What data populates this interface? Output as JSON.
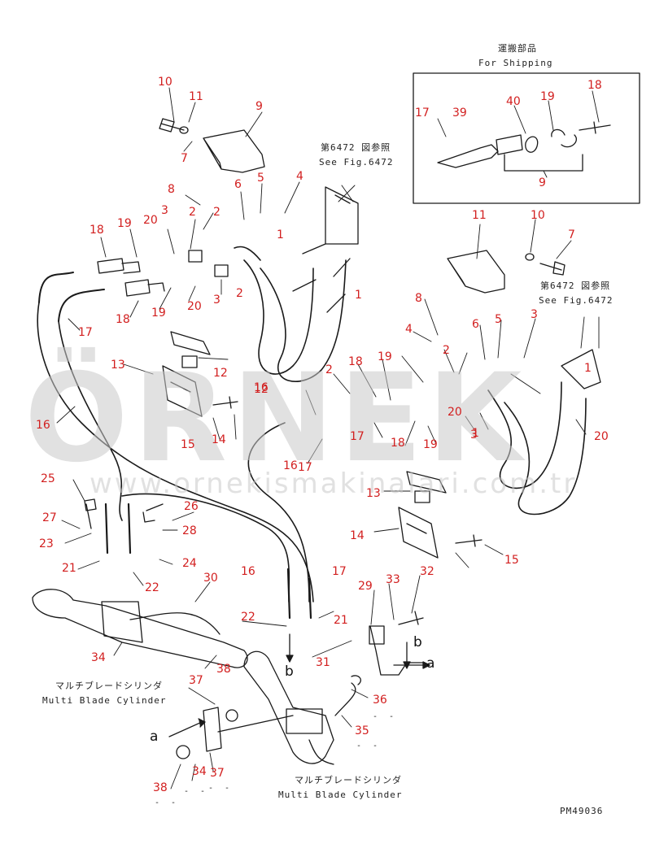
{
  "diagram": {
    "code": "PM49036",
    "shipping_jp": "運搬部品",
    "shipping_en": "For Shipping",
    "ref_jp": "第6472 図参照",
    "ref_en": "See Fig.6472",
    "cylinder_jp": "マルチブレードシリンダ",
    "cylinder_en": "Multi Blade Cylinder",
    "arrow_a": "a",
    "arrow_b": "b",
    "dash_mark": "- -"
  },
  "watermark": {
    "brand": "ÖRNEK",
    "url": "www.ornekismakinalari.com.tr"
  },
  "part_labels": [
    "10",
    "11",
    "9",
    "7",
    "8",
    "2",
    "6",
    "5",
    "4",
    "1",
    "3",
    "2",
    "18",
    "19",
    "20",
    "3",
    "2",
    "1",
    "19",
    "18",
    "20",
    "17",
    "16",
    "12",
    "13",
    "16",
    "14",
    "15",
    "17",
    "25",
    "27",
    "23",
    "21",
    "22",
    "28",
    "24",
    "26",
    "30",
    "34",
    "36",
    "29",
    "33",
    "32",
    "31",
    "21",
    "22",
    "16",
    "17",
    "35",
    "37",
    "38",
    "34",
    "37",
    "38",
    "a",
    "b",
    "b",
    "a",
    "16",
    "17",
    "39",
    "40",
    "19",
    "18",
    "9",
    "11",
    "10",
    "7",
    "8",
    "4",
    "6",
    "5",
    "3",
    "2",
    "1",
    "1",
    "20",
    "19",
    "18",
    "2",
    "3",
    "20",
    "19",
    "18",
    "17",
    "16",
    "12",
    "13",
    "14",
    "15"
  ]
}
